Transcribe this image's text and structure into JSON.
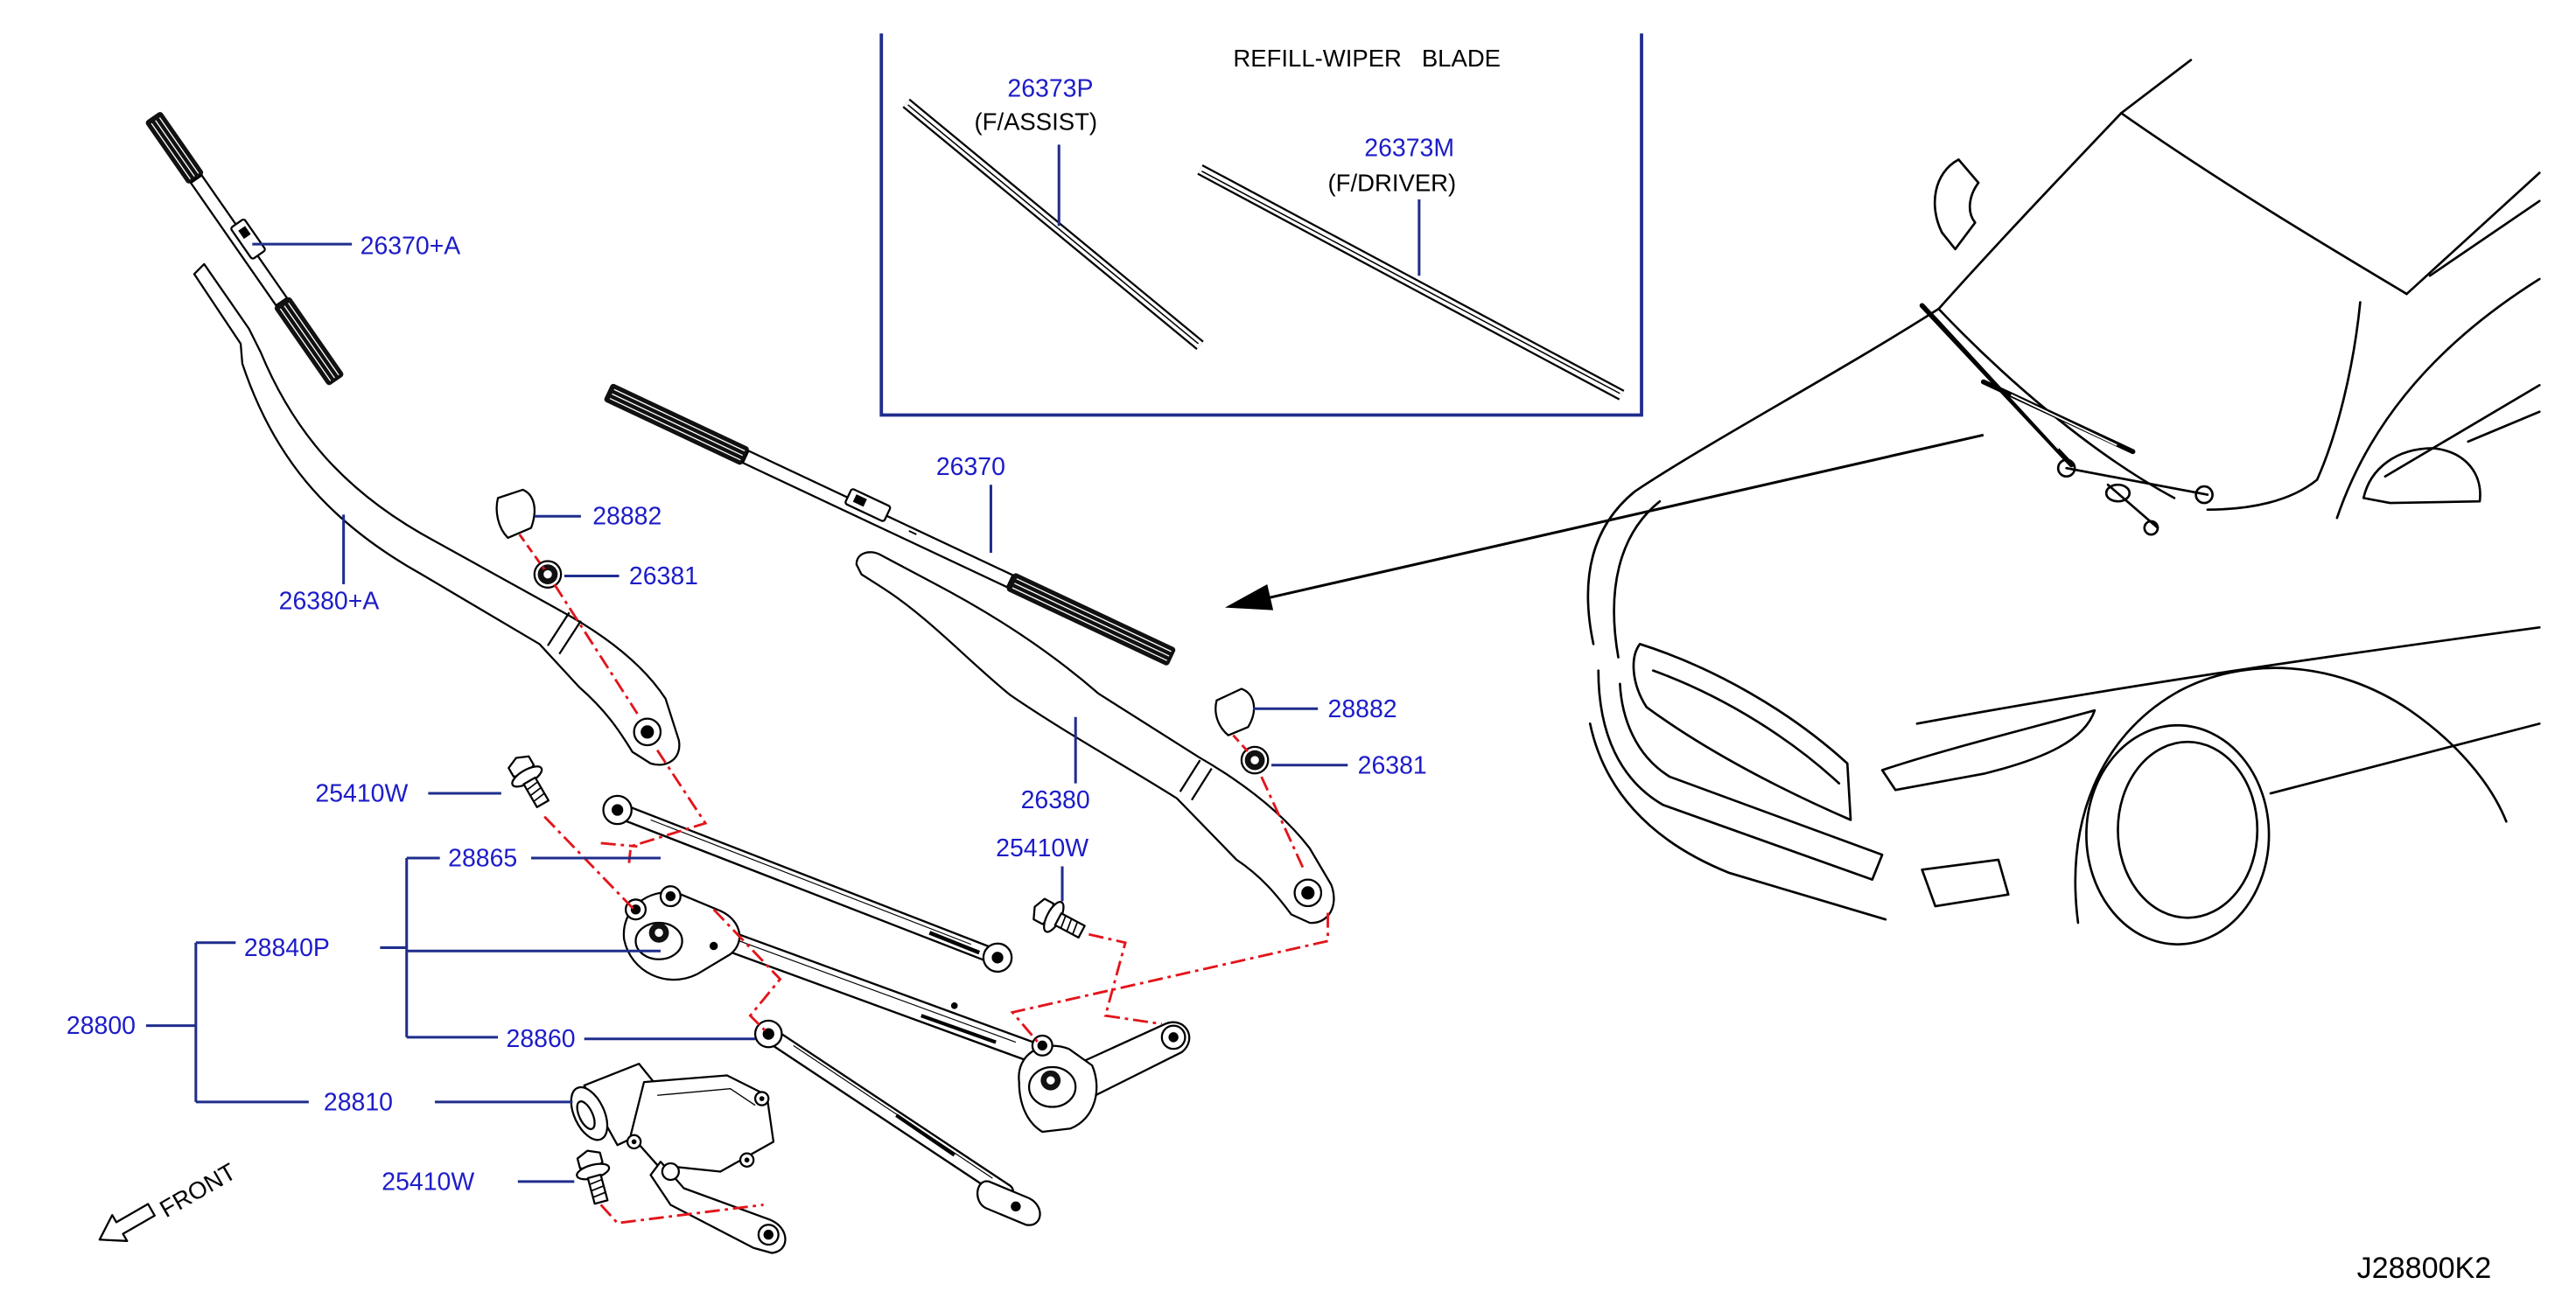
{
  "diagram_code": "J28800K2",
  "front_label": "FRONT",
  "inset": {
    "title": "REFILL-WIPER   BLADE",
    "assist_part": "26373P",
    "assist_note": "(F/ASSIST)",
    "driver_part": "26373M",
    "driver_note": "(F/DRIVER)"
  },
  "callouts": {
    "blade_left": "26370+A",
    "blade_right": "26370",
    "arm_left": "26380+A",
    "arm_right": "26380",
    "cap_left": "28882",
    "cap_right": "28882",
    "nut_left": "26381",
    "nut_right": "26381",
    "bolt_upper": "25410W",
    "bolt_middle": "25410W",
    "bolt_lower": "25410W",
    "crank_link": "28865",
    "linkage_assembly": "28840P",
    "wiper_assembly": "28800",
    "connecting_link": "28860",
    "motor": "28810"
  },
  "icons": [
    "front-arrow-icon",
    "view-pointer-arrow-icon"
  ],
  "colors": {
    "part_number": "#1c1cc8",
    "leader_line": "#1f2d8c",
    "centerline": "#e3141b",
    "text": "#000000"
  }
}
